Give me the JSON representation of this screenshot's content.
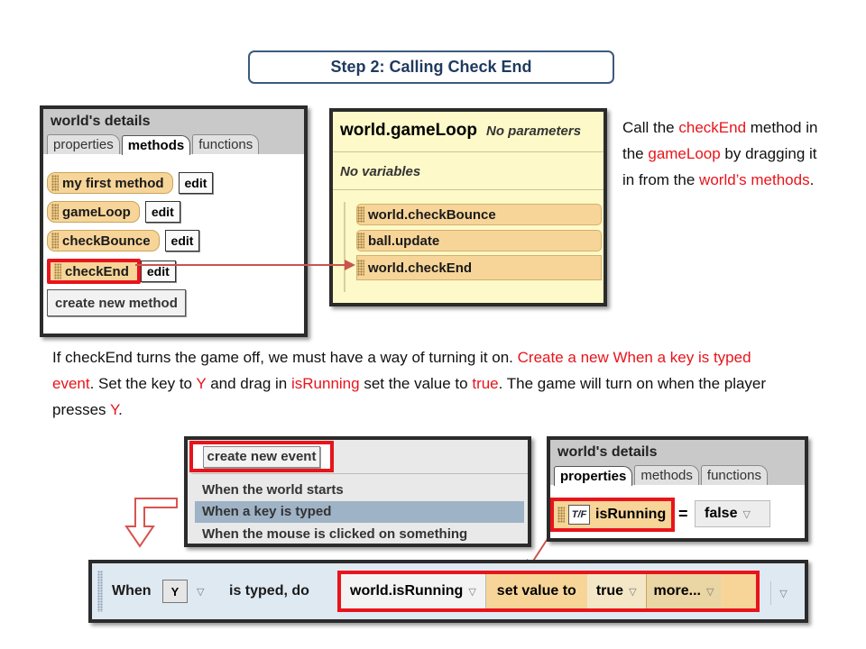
{
  "title": "Step 2: Calling Check End",
  "world_details_1": {
    "header": "world's details",
    "tabs": [
      "properties",
      "methods",
      "functions"
    ],
    "methods": [
      "my first method",
      "gameLoop",
      "checkBounce",
      "checkEnd"
    ],
    "edit_label": "edit",
    "create_button": "create new method"
  },
  "gameloop_editor": {
    "name": "world.gameLoop",
    "params": "No parameters",
    "vars": "No variables",
    "statements": [
      "world.checkBounce",
      "ball.update",
      "world.checkEnd"
    ]
  },
  "instruction_1": {
    "p1": "Call the ",
    "p2": "checkEnd",
    "p3": " method in the ",
    "p4": "gameLoop",
    "p5": " by dragging it in from the ",
    "p6": "world’s methods",
    "p7": "."
  },
  "instruction_2": {
    "p1": "If checkEnd turns the game off, we must have a way of turning it on. ",
    "p2": "Create a new When a key is typed event",
    "p3": ". Set the key to ",
    "p4": "Y",
    "p5": " and drag in ",
    "p6": "isRunning",
    "p7": " set the value to ",
    "p8": "true",
    "p9": ". The game will turn on when the player presses ",
    "p10": "Y",
    "p11": "."
  },
  "events_panel": {
    "create_button": "create new event",
    "menu": [
      "When the world starts",
      "When a key is typed",
      "When the mouse is clicked on something"
    ],
    "selected_index": 1
  },
  "world_details_2": {
    "header": "world's details",
    "tabs": [
      "properties",
      "methods",
      "functions"
    ],
    "type_icon": "T/F",
    "property": "isRunning",
    "equals": "=",
    "value": "false"
  },
  "event_bar": {
    "when": "When",
    "key": "Y",
    "typed_do": "is typed, do",
    "target": "world.isRunning",
    "set_value_to": "set value to",
    "value": "true",
    "more": "more..."
  },
  "colors": {
    "highlight": "#e8141b",
    "title_border": "#3c5a7e",
    "method_tile": "#f7d599",
    "editor_bg": "#fdf9c8",
    "menu_selected": "#9fb3c6",
    "arrow": "#c8554e"
  }
}
